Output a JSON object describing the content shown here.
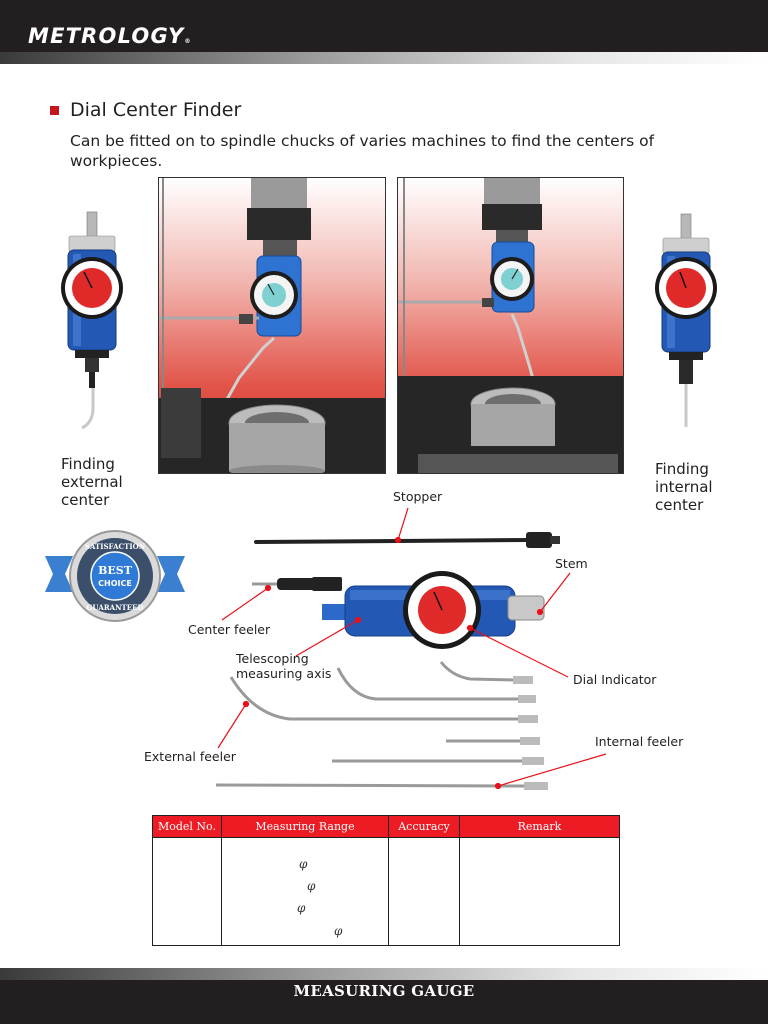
{
  "header": {
    "brand": "METROLOGY",
    "registered": "®"
  },
  "section": {
    "title": "Dial Center Finder",
    "description": "Can be fitted on to spindle chucks of varies machines to find the centers of workpieces."
  },
  "captions": {
    "left": [
      "Finding",
      "external",
      "center"
    ],
    "right": [
      "Finding",
      "internal",
      "center"
    ]
  },
  "badge": {
    "top": "SATISFACTION",
    "line1": "BEST",
    "line2": "CHOICE",
    "bottom": "GUARANTEED"
  },
  "parts": {
    "stopper": "Stopper",
    "stem": "Stem",
    "center_feeler": "Center feeler",
    "telescoping_line1": "Telescoping",
    "telescoping_line2": "measuring axis",
    "dial_indicator": "Dial Indicator",
    "internal_feeler": "Internal feeler",
    "external_feeler": "External feeler"
  },
  "table": {
    "headers": [
      "Model No.",
      "Measuring Range",
      "Accuracy",
      "Remark"
    ],
    "symbols": [
      "φ",
      "φ",
      "φ",
      "φ"
    ]
  },
  "footer": {
    "text": "MEASURING GAUGE"
  },
  "colors": {
    "accent": "#ed1c24",
    "dark": "#231f20",
    "gauge_blue": "#1f5fb4"
  }
}
